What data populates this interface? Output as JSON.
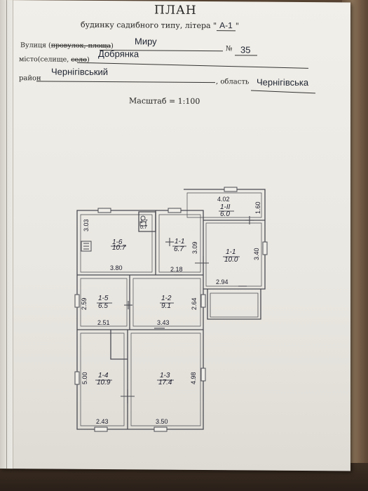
{
  "header": {
    "title": "ПЛАН",
    "subtitle_prefix": "будинку садибного типу, літера \"",
    "letter": "А-1",
    "subtitle_suffix": "\""
  },
  "address": {
    "street_label": "Вулиця (",
    "street_struck": "провулок, площа",
    "street_close": ")",
    "street_value": "Миру",
    "number_label": "№",
    "number_value": "35",
    "city_label_a": "місто(селище, ",
    "city_struck": "село",
    "city_close": ")",
    "city_value": "Добрянка",
    "district_label": "район",
    "district_value": "Чернігівський",
    "region_label": ", область",
    "region_value": "Чернігівська"
  },
  "scale": {
    "text": "Масштаб = 1:100"
  },
  "rooms": [
    {
      "id": "1-6",
      "area": "10.7"
    },
    {
      "id": "1-7",
      "area": "0.7"
    },
    {
      "id": "1-1",
      "area": "6.7"
    },
    {
      "id": "1-1",
      "area": "10.0"
    },
    {
      "id": "1-ІІ",
      "area": "6.0"
    },
    {
      "id": "1-5",
      "area": "6.5"
    },
    {
      "id": "1-2",
      "area": "9.1"
    },
    {
      "id": "1-4",
      "area": "10.9"
    },
    {
      "id": "1-3",
      "area": "17.4"
    }
  ],
  "dimensions": [
    "3.03",
    "3.80",
    "3.09",
    "2.18",
    "4.02",
    "1.60",
    "3.40",
    "2.94",
    "2.59",
    "2.64",
    "2.51",
    "3.43",
    "5.00",
    "4.98",
    "2.43",
    "3.50"
  ]
}
